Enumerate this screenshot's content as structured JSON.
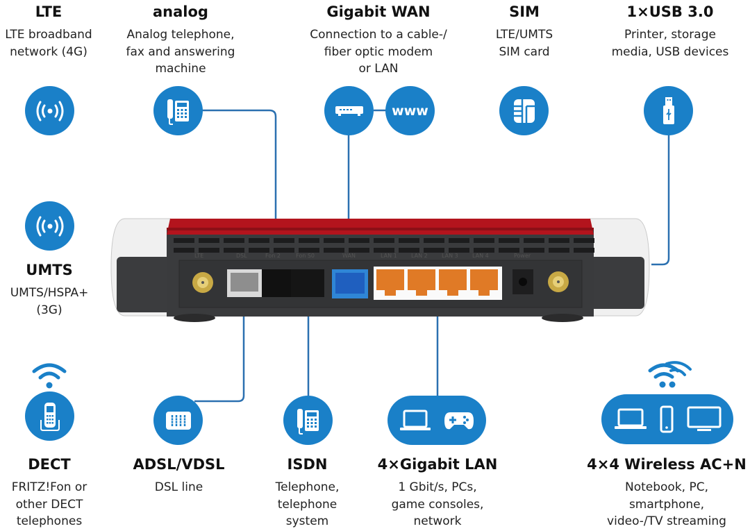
{
  "accent_color": "#1a80c8",
  "router_colors": {
    "body": "#3a3b3d",
    "top": "#b3141d",
    "end_caps": "#f2f2f2",
    "lan_ports": "#e07a26",
    "wan_port": "#1f6fc4",
    "dsl_port": "#b9b9b9",
    "fon_ports": "#111111"
  },
  "top_features": [
    {
      "id": "lte",
      "title": "LTE",
      "description": [
        "LTE broadband",
        "network (4G)"
      ],
      "icon": "antenna-signal-icon"
    },
    {
      "id": "analog",
      "title": "analog",
      "description": [
        "Analog telephone,",
        "fax and answering",
        "machine"
      ],
      "icon": "desk-phone-icon"
    },
    {
      "id": "gigabit-wan",
      "title": "Gigabit WAN",
      "description": [
        "Connection to a cable-/",
        "fiber optic modem",
        "or LAN"
      ],
      "icon": "modem-icon",
      "icon2": "www-icon",
      "icon2_text": "www"
    },
    {
      "id": "sim",
      "title": "SIM",
      "description": [
        "LTE/UMTS",
        "SIM card"
      ],
      "icon": "sim-card-icon"
    },
    {
      "id": "usb",
      "title": "1×USB 3.0",
      "description": [
        "Printer, storage",
        "media, USB devices"
      ],
      "icon": "usb-stick-icon"
    }
  ],
  "side_features": [
    {
      "id": "umts",
      "title": "UMTS",
      "description": [
        "UMTS/HSPA+",
        "(3G)"
      ],
      "icon": "antenna-signal-icon"
    }
  ],
  "bottom_features": [
    {
      "id": "dect",
      "title": "DECT",
      "description": [
        "FRITZ!Fon or",
        "other DECT",
        "telephones"
      ],
      "icon": "cordless-phone-icon"
    },
    {
      "id": "dsl",
      "title": "ADSL/VDSL",
      "description": [
        "DSL line"
      ],
      "icon": "dsl-splitter-icon"
    },
    {
      "id": "isdn",
      "title": "ISDN",
      "description": [
        "Telephone,",
        "telephone",
        "system"
      ],
      "icon": "desk-phone-icon"
    },
    {
      "id": "lan",
      "title": "4×Gigabit LAN",
      "description": [
        "1 Gbit/s, PCs,",
        "game consoles,",
        "network"
      ],
      "icon": "laptop-gamepad-icon"
    },
    {
      "id": "wireless",
      "title": "4×4 Wireless AC+N",
      "description": [
        "Notebook, PC,",
        "smartphone,",
        "video-/TV streaming"
      ],
      "icon": "laptop-phone-monitor-icon"
    }
  ],
  "router_ports": [
    "LTE",
    "DSL",
    "Fon 2",
    "Fon S0",
    "WAN",
    "LAN 1",
    "LAN 2",
    "LAN 3",
    "LAN 4",
    "Power"
  ]
}
